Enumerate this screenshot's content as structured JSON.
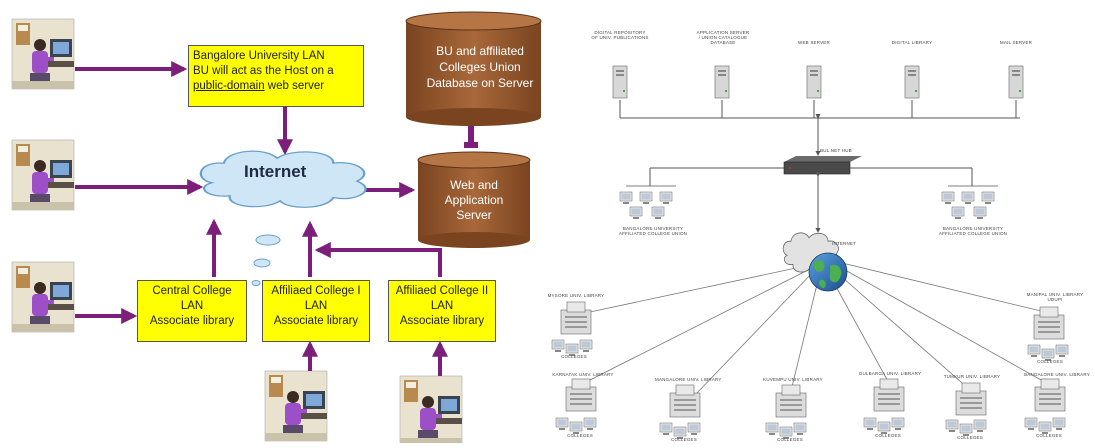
{
  "left_diagram": {
    "host_box": {
      "line1": "Bangalore University LAN",
      "line2": "BU will act as the Host on a",
      "line3_link": "public-domain",
      "line3_rest": " web server"
    },
    "union_db": {
      "line1": "BU and affiliated",
      "line2": "Colleges Union",
      "line3": "Database on Server"
    },
    "web_server": {
      "line1": "Web and",
      "line2": "Application",
      "line3": "Server"
    },
    "internet_label": "Internet",
    "central_box": {
      "line1": "Central College",
      "line2": "LAN",
      "line3": "Associate library"
    },
    "affiliated_box1": {
      "line1": "Affiliaed College I",
      "line2": "LAN",
      "line3": "Associate library"
    },
    "affiliated_box2": {
      "line1": "Affiliaed College II",
      "line2": "LAN",
      "line3": "Associate library"
    },
    "colors": {
      "arrow": "#7b1f7a",
      "box": "#ffff00",
      "cylinder": "#9c5a2c",
      "cloud": "#cfe6f6"
    }
  },
  "right_diagram": {
    "servers": [
      {
        "label": "DIGITAL REPOSITORY\nOF UNIV. PUBLICATIONS"
      },
      {
        "label": "APPLICATION SERVER\n/ UNION CATALOGUE DATABASE"
      },
      {
        "label": "WEB SERVER"
      },
      {
        "label": "DIGITAL LIBRARY"
      },
      {
        "label": "MAIL SERVER"
      }
    ],
    "hub_label": "BUL.NET HUB",
    "internet_label": "INTERNET",
    "left_group_label": "BANGALORE UNIVERSITY\nAFFILIATED COLLEGE UNION",
    "right_group_label": "BANGALORE UNIVERSITY\nAFFILIATED COLLEGE UNION",
    "top_libraries": [
      {
        "label": "MYSORE UNIV. LIBRARY"
      },
      {
        "label": "MANIPAL UNIV. LIBRARY\nUDUPI"
      }
    ],
    "bottom_libraries": [
      {
        "label": "KARNATAK UNIV. LIBRARY"
      },
      {
        "label": "MANGALORE UNIV. LIBRARY"
      },
      {
        "label": "KUVEMPU UNIV. LIBRARY"
      },
      {
        "label": "GULBARGA UNIV. LIBRARY"
      },
      {
        "label": "TUMKUR UNIV. LIBRARY"
      },
      {
        "label": "BANGALORE UNIV. LIBRARY"
      }
    ],
    "college_label": "COLLEGES"
  }
}
